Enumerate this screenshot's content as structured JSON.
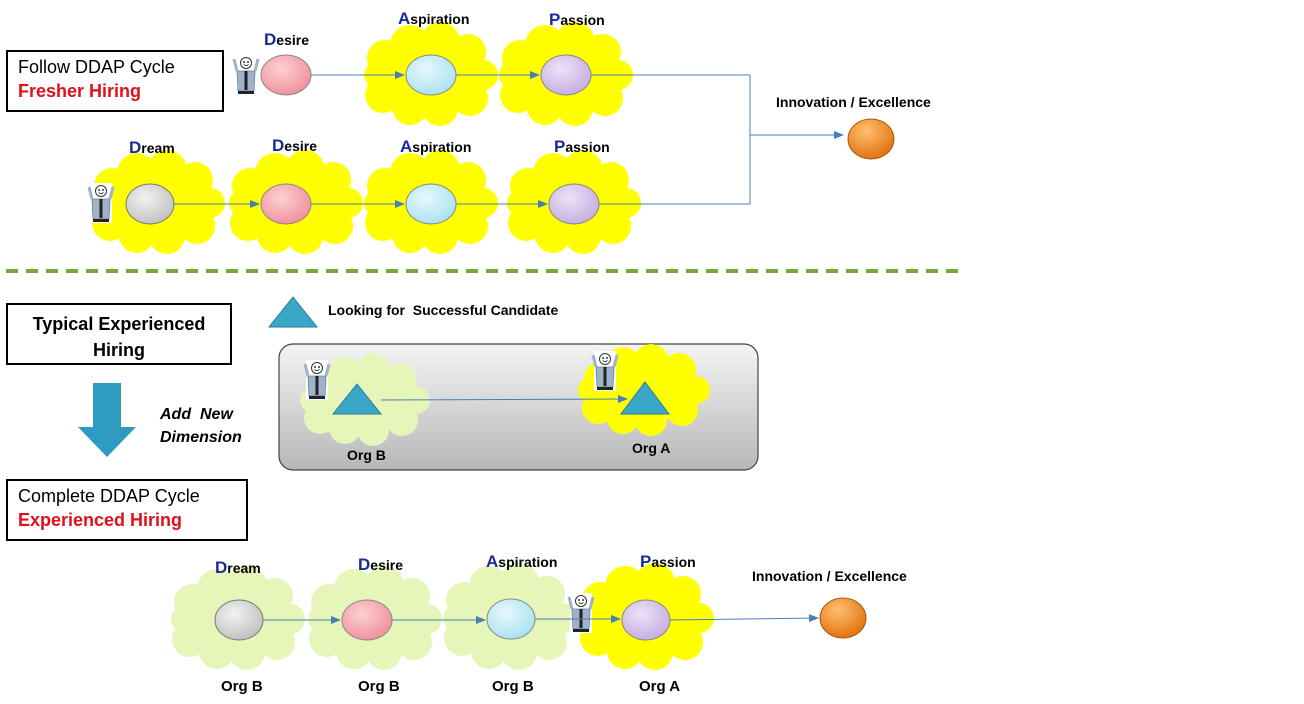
{
  "boxes": {
    "fresher": {
      "line1": "Follow DDAP Cycle",
      "line2": "Fresher Hiring"
    },
    "typical": {
      "line1": "Typical Experienced",
      "line2": "Hiring"
    },
    "complete": {
      "line1": "Complete DDAP Cycle",
      "line2": "Experienced Hiring"
    }
  },
  "stages": {
    "dream": {
      "initial": "D",
      "rest": "ream"
    },
    "desire": {
      "initial": "D",
      "rest": "esire"
    },
    "aspiration": {
      "initial": "A",
      "rest": "spiration"
    },
    "passion": {
      "initial": "P",
      "rest": "assion"
    }
  },
  "outcome_label": "Innovation / Excellence",
  "legend_label": "Looking for  Successful Candidate",
  "add_dimension": {
    "line1": "Add  New",
    "line2": "Dimension"
  },
  "orgs": {
    "org_a": "Org A",
    "org_b": "Org B"
  },
  "colors": {
    "yellow_cloud": "#ffff00",
    "green_cloud": "#e6f5b8",
    "dream": "#d9d9d9",
    "desire": "#f7a8b0",
    "aspiration": "#c4eef7",
    "passion": "#d9c8ec",
    "outcome": "#f08a1e",
    "triangle": "#3aa6c8",
    "arrow_line": "#4a7fb5",
    "dashed_divider": "#7aa83e",
    "red_text": "#e0101a",
    "stage_initial": "#1a2a9a"
  }
}
